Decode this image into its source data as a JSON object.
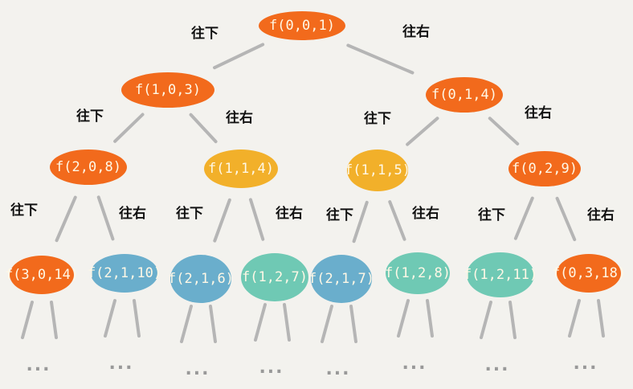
{
  "colors": {
    "orange": "#f26a1c",
    "yellow": "#f2b02a",
    "blue": "#6aaecc",
    "teal": "#6fc9b4",
    "line": "#b5b5b5"
  },
  "nodes": [
    {
      "id": "n0",
      "label": "f(0,0,1)",
      "color": "orange"
    },
    {
      "id": "n1",
      "label": "f(1,0,3)",
      "color": "orange"
    },
    {
      "id": "n2",
      "label": "f(0,1,4)",
      "color": "orange"
    },
    {
      "id": "n3",
      "label": "f(2,0,8)",
      "color": "orange"
    },
    {
      "id": "n4",
      "label": "f(1,1,4)",
      "color": "yellow"
    },
    {
      "id": "n5",
      "label": "f(1,1,5)",
      "color": "yellow"
    },
    {
      "id": "n6",
      "label": "f(0,2,9)",
      "color": "orange"
    },
    {
      "id": "n7",
      "label": "f(3,0,14)",
      "color": "orange"
    },
    {
      "id": "n8",
      "label": "f(2,1,10)",
      "color": "blue"
    },
    {
      "id": "n9",
      "label": "f(2,1,6)",
      "color": "blue"
    },
    {
      "id": "n10",
      "label": "f(1,2,7)",
      "color": "teal"
    },
    {
      "id": "n11",
      "label": "f(2,1,7)",
      "color": "blue"
    },
    {
      "id": "n12",
      "label": "f(1,2,8)",
      "color": "teal"
    },
    {
      "id": "n13",
      "label": "f(1,2,11)",
      "color": "teal"
    },
    {
      "id": "n14",
      "label": "f(0,3,18)",
      "color": "orange"
    }
  ],
  "edge_labels": {
    "down": "往下",
    "right": "往右"
  },
  "ellipsis": "···"
}
